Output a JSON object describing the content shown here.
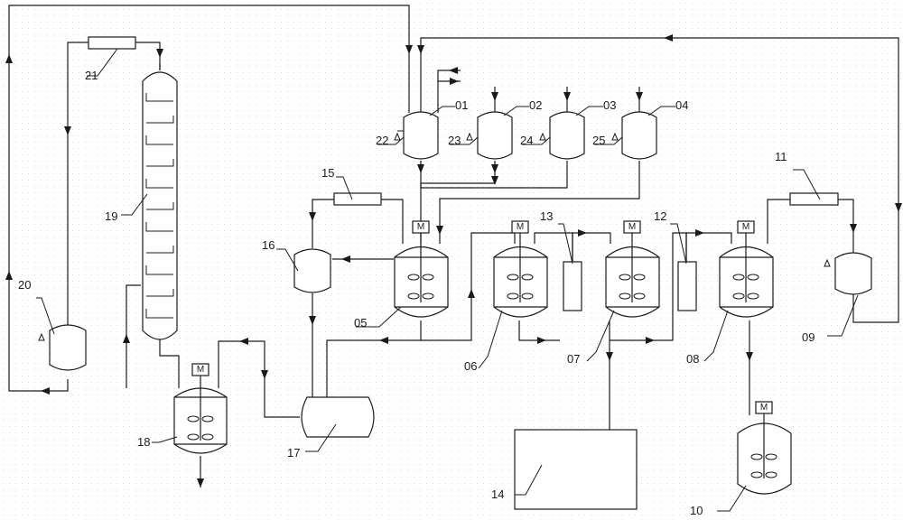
{
  "motor_label": "M",
  "labels": {
    "l01": "01",
    "l02": "02",
    "l03": "03",
    "l04": "04",
    "l05": "05",
    "l06": "06",
    "l07": "07",
    "l08": "08",
    "l09": "09",
    "l10": "10",
    "l11": "11",
    "l12": "12",
    "l13": "13",
    "l14": "14",
    "l15": "15",
    "l16": "16",
    "l17": "17",
    "l18": "18",
    "l19": "19",
    "l20": "20",
    "l21": "21",
    "l22": "22",
    "l23": "23",
    "l24": "24",
    "l25": "25"
  },
  "colors": {
    "line": "#1a1a1a",
    "background": "#ffffff",
    "grid_dots": "#d9d9d9"
  }
}
